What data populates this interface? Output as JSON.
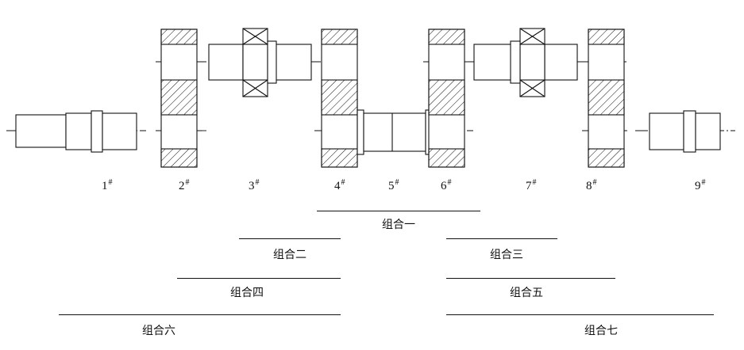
{
  "parts": [
    {
      "id": "part-1",
      "number": "1",
      "mark": "#",
      "kind": "shaft-end"
    },
    {
      "id": "part-2",
      "number": "2",
      "mark": "#",
      "kind": "crank-web"
    },
    {
      "id": "part-3",
      "number": "3",
      "mark": "#",
      "kind": "crank-pin-with-bearing"
    },
    {
      "id": "part-4",
      "number": "4",
      "mark": "#",
      "kind": "crank-web"
    },
    {
      "id": "part-5",
      "number": "5",
      "mark": "#",
      "kind": "main-journal"
    },
    {
      "id": "part-6",
      "number": "6",
      "mark": "#",
      "kind": "crank-web"
    },
    {
      "id": "part-7",
      "number": "7",
      "mark": "#",
      "kind": "crank-pin-with-bearing"
    },
    {
      "id": "part-8",
      "number": "8",
      "mark": "#",
      "kind": "crank-web"
    },
    {
      "id": "part-9",
      "number": "9",
      "mark": "#",
      "kind": "shaft-end"
    }
  ],
  "groups": [
    {
      "id": "group-1",
      "label": "组合一"
    },
    {
      "id": "group-2",
      "label": "组合二"
    },
    {
      "id": "group-3",
      "label": "组合三"
    },
    {
      "id": "group-4",
      "label": "组合四"
    },
    {
      "id": "group-5",
      "label": "组合五"
    },
    {
      "id": "group-6",
      "label": "组合六"
    },
    {
      "id": "group-7",
      "label": "组合七"
    }
  ],
  "colors": {
    "line": "#111111",
    "centerline": "#111111",
    "hatch": "#111111",
    "background": "#ffffff"
  }
}
